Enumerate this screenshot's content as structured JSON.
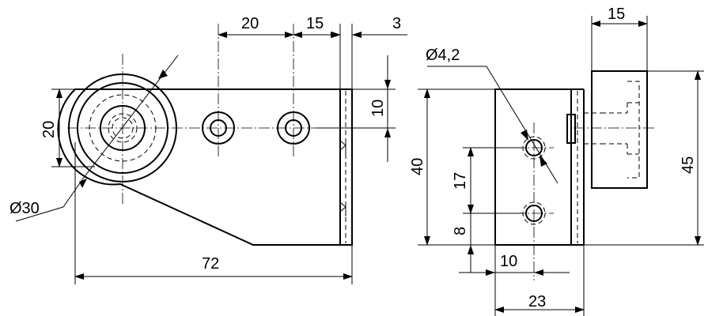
{
  "dimensions": {
    "side_depth": "15",
    "height_total": "45",
    "hole_dia": "Ø4,2",
    "body_height": "40",
    "hole_spacing": "17",
    "hole_edge_offset": "8",
    "hole_x_offset": "10",
    "body_width": "23",
    "hole_pitch_1": "20",
    "hole_pitch_2": "15",
    "edge_gap": "3",
    "slot_height": "10",
    "boss_dia_vertical": "20",
    "boss_outer_dia": "Ø30",
    "total_length": "72"
  }
}
